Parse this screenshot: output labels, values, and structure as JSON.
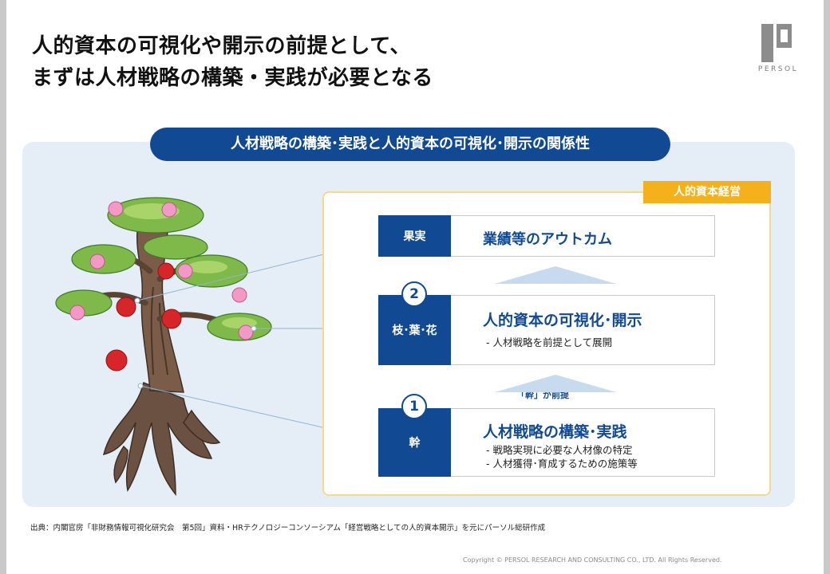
{
  "title": {
    "line1": "人的資本の可視化や開示の前提として、",
    "line2": "まずは人材戦略の構築・実践が必要となる"
  },
  "logo": {
    "text": "PERSOL",
    "color": "#8c8c8c"
  },
  "diagram": {
    "header": "人材戦略の構築･実践と人的資本の可視化･開示の関係性",
    "badge": "人的資本経営",
    "arrow_label": "「幹」が前提",
    "rows": [
      {
        "label": "果実",
        "title": "業績等のアウトカム",
        "subs": []
      },
      {
        "number": "2",
        "label": "枝･葉･花",
        "title": "人的資本の可視化･開示",
        "subs": [
          "- 人材戦略を前提として展開"
        ]
      },
      {
        "number": "1",
        "label": "幹",
        "title": "人材戦略の構築･実践",
        "subs": [
          "- 戦略実現に必要な人材像の特定",
          "- 人材獲得･育成するための施策等"
        ]
      }
    ]
  },
  "footer": {
    "source": "出典：内閣官房「非財務情報可視化研究会　第5回」資料・HRテクノロジーコンソーシアム「経営戦略としての人的資本開示」を元にパーソル総研作成",
    "copyright": "Copyright © PERSOL RESEARCH AND CONSULTING CO., LTD. All Rights Reserved."
  },
  "colors": {
    "primary": "#114a93",
    "accent": "#f5b11c",
    "panel": "#e5eef6",
    "arrow": "#c7daee"
  },
  "icons": {
    "tree": "tree-illustration-icon",
    "logo": "persol-logo-icon"
  }
}
